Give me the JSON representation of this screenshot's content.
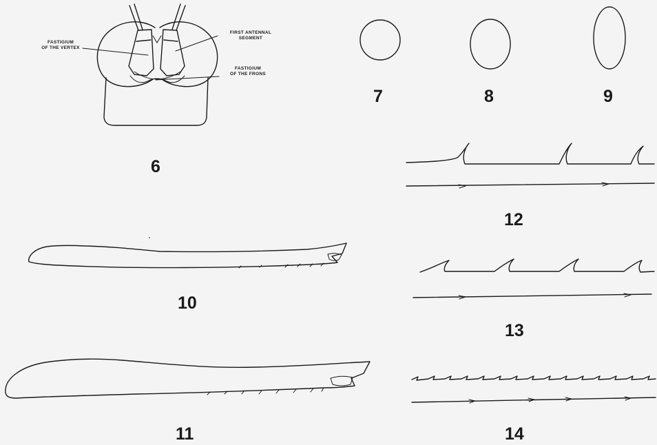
{
  "figures": {
    "fig6": {
      "number": "6",
      "labels": {
        "vertex_line1": "FASTIGIUM",
        "vertex_line2": "OF THE VERTEX",
        "antenna_line1": "FIRST ANTENNAL",
        "antenna_line2": "SEGMENT",
        "frons_line1": "FASTIGIUM",
        "frons_line2": "OF THE FRONS"
      }
    },
    "fig7": {
      "number": "7"
    },
    "fig8": {
      "number": "8"
    },
    "fig9": {
      "number": "9"
    },
    "fig10": {
      "number": "10"
    },
    "fig11": {
      "number": "11"
    },
    "fig12": {
      "number": "12"
    },
    "fig13": {
      "number": "13"
    },
    "fig14": {
      "number": "14"
    }
  }
}
